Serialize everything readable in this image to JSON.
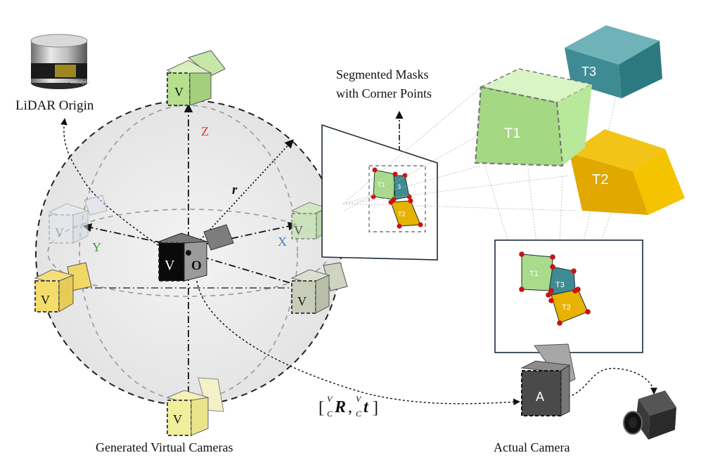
{
  "labels": {
    "lidar_origin": "LiDAR Origin",
    "segmented_masks_line1": "Segmented Masks",
    "segmented_masks_line2": "with Corner Points",
    "generated_virtual_cameras": "Generated Virtual Cameras",
    "actual_camera": "Actual Camera",
    "axis_z": "Z",
    "axis_x": "X",
    "axis_y": "Y",
    "radius": "r",
    "origin": "O",
    "virtual_cam": "V",
    "actual_cam": "A",
    "target_1": "T1",
    "target_2": "T2",
    "target_3": "T3",
    "lidar_brand": "Velodyne"
  },
  "transform": {
    "lbracket": "[",
    "sup_v": "V",
    "sub_c": "C",
    "R": "R",
    "comma": ",",
    "t": "t",
    "rbracket": "]"
  },
  "colors": {
    "axis_z": "#d93a2b",
    "axis_x": "#3b7fd0",
    "axis_y": "#3c9a3c",
    "corner_point": "#cc1111",
    "t1": "#a8db8c",
    "t2": "#e8b200",
    "t3": "#3f8b93"
  }
}
